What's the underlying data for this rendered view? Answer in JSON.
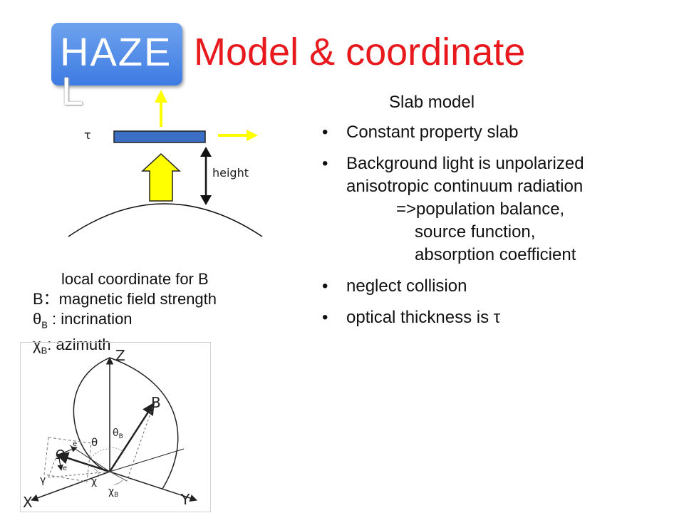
{
  "badge": {
    "text": "HAZE",
    "overflow_text": "L"
  },
  "title": "Model & coordinate",
  "slab_diagram": {
    "tau_label": "τ",
    "height_label": "height"
  },
  "bullets": {
    "heading": "Slab model",
    "items": [
      {
        "text": "Constant property slab"
      },
      {
        "text": "Background light is unpolarized",
        "text2": "anisotropic continuum radiation",
        "sub1": "=>population balance,",
        "sub2": "source function,",
        "sub3": "absorption coefficient"
      },
      {
        "text": "neglect collision"
      },
      {
        "text": "optical thickness is τ"
      }
    ]
  },
  "legend": {
    "heading": "local coordinate for B",
    "b_line": "B：magnetic field strength",
    "theta_symbol": "θ",
    "theta_sub": "B",
    "theta_desc": " :  incrination",
    "chi_symbol": "χ",
    "chi_sub": "B",
    "chi_desc": ":  azimuth"
  },
  "coord_figure": {
    "axis_z": "Z",
    "axis_x": "X",
    "axis_y": "Y",
    "vector_b": "B",
    "omega": "Ω",
    "theta": "θ",
    "theta_b": "θ",
    "theta_b_sub": "B",
    "chi": "χ",
    "chi_b": "χ",
    "chi_b_sub": "B",
    "gamma": "γ",
    "e_perp": "e",
    "e_par": "e"
  },
  "colors": {
    "title": "#e8191d",
    "badge": "#4a86e8",
    "slab": "#3a6fc4",
    "arrow": "#ffff00"
  }
}
